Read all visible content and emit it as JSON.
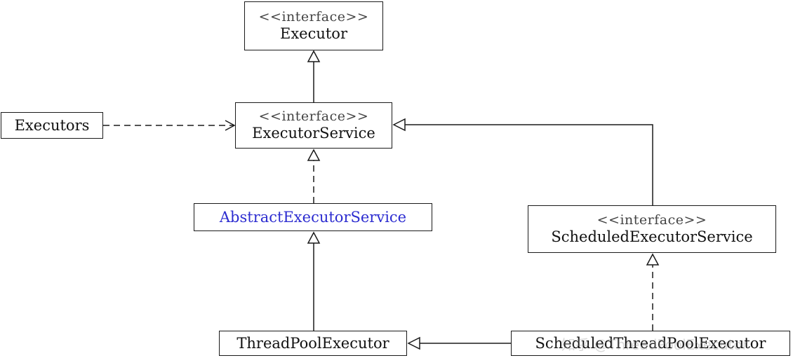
{
  "diagram": {
    "nodes": {
      "executor": {
        "stereotype": "<<interface>>",
        "name": "Executor"
      },
      "executor_service": {
        "stereotype": "<<interface>>",
        "name": "ExecutorService"
      },
      "executors": {
        "name": "Executors"
      },
      "abstract_executor_service": {
        "name": "AbstractExecutorService",
        "color": "#2c2cd0"
      },
      "scheduled_executor_service": {
        "stereotype": "<<interface>>",
        "name": "ScheduledExecutorService"
      },
      "thread_pool_executor": {
        "name": "ThreadPoolExecutor"
      },
      "scheduled_thread_pool_executor": {
        "name": "ScheduledThreadPoolExecutor"
      }
    },
    "edges": [
      {
        "from": "Executors",
        "to": "ExecutorService",
        "style": "dashed",
        "arrow": "open"
      },
      {
        "from": "ExecutorService",
        "to": "Executor",
        "style": "solid",
        "arrow": "hollow-triangle"
      },
      {
        "from": "AbstractExecutorService",
        "to": "ExecutorService",
        "style": "dashed",
        "arrow": "hollow-triangle"
      },
      {
        "from": "ScheduledExecutorService",
        "to": "ExecutorService",
        "style": "solid",
        "arrow": "hollow-triangle"
      },
      {
        "from": "ThreadPoolExecutor",
        "to": "AbstractExecutorService",
        "style": "solid",
        "arrow": "hollow-triangle"
      },
      {
        "from": "ScheduledThreadPoolExecutor",
        "to": "ScheduledExecutorService",
        "style": "dashed",
        "arrow": "hollow-triangle"
      },
      {
        "from": "ScheduledThreadPoolExecutor",
        "to": "ThreadPoolExecutor",
        "style": "solid",
        "arrow": "hollow-triangle"
      }
    ],
    "watermark": "知乎 @ThreadPoolExecutor"
  }
}
